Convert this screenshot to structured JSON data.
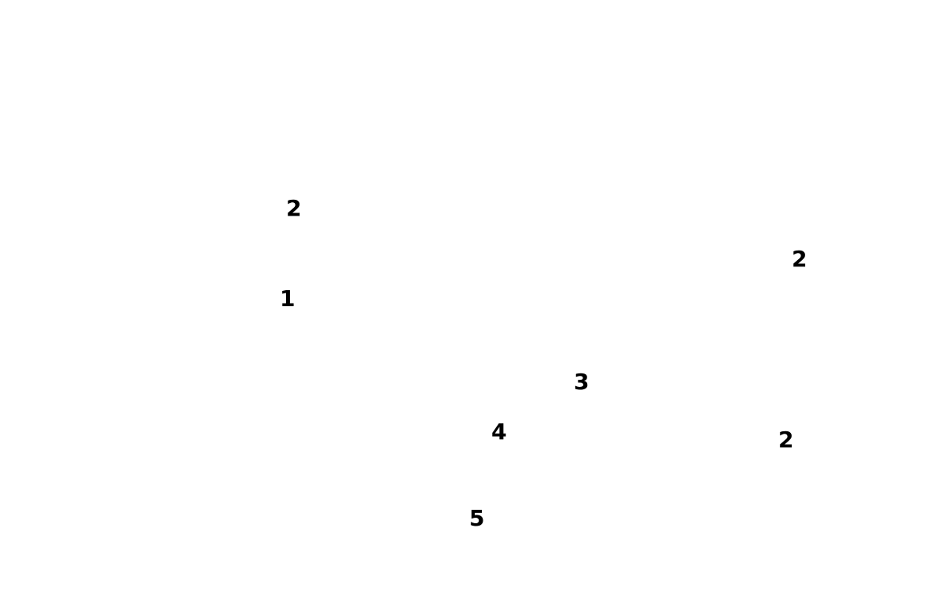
{
  "labels": [
    "2",
    "2",
    "1",
    "3",
    "4",
    "2",
    "5"
  ]
}
